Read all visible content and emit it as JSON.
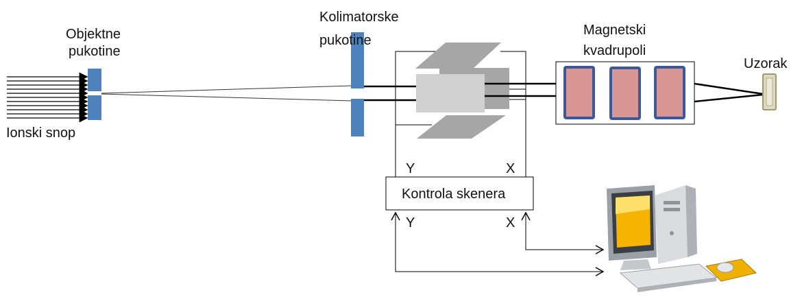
{
  "labels": {
    "object_slits_line1": "Objektne",
    "object_slits_line2": "pukotine",
    "ion_beam": "Ionski snop",
    "collimator_slits_line1": "Kolimatorske",
    "collimator_slits_line2": "pukotine",
    "quadrupoles_line1": "Magnetski",
    "quadrupoles_line2": "kvadrupoli",
    "sample": "Uzorak",
    "scanner_control": "Kontrola skenera",
    "y_top": "Y",
    "x_top": "X",
    "y_bottom": "Y",
    "x_bottom": "X"
  },
  "colors": {
    "slit_blue": "#4f81bd",
    "plate_gray": "#a6a6a6",
    "plate_light": "#d0d0d0",
    "quad_fill": "#d99694",
    "quad_border": "#3b5998",
    "sample_fill": "#ddd9c3",
    "sample_border": "#a09a70",
    "line": "#000000"
  }
}
